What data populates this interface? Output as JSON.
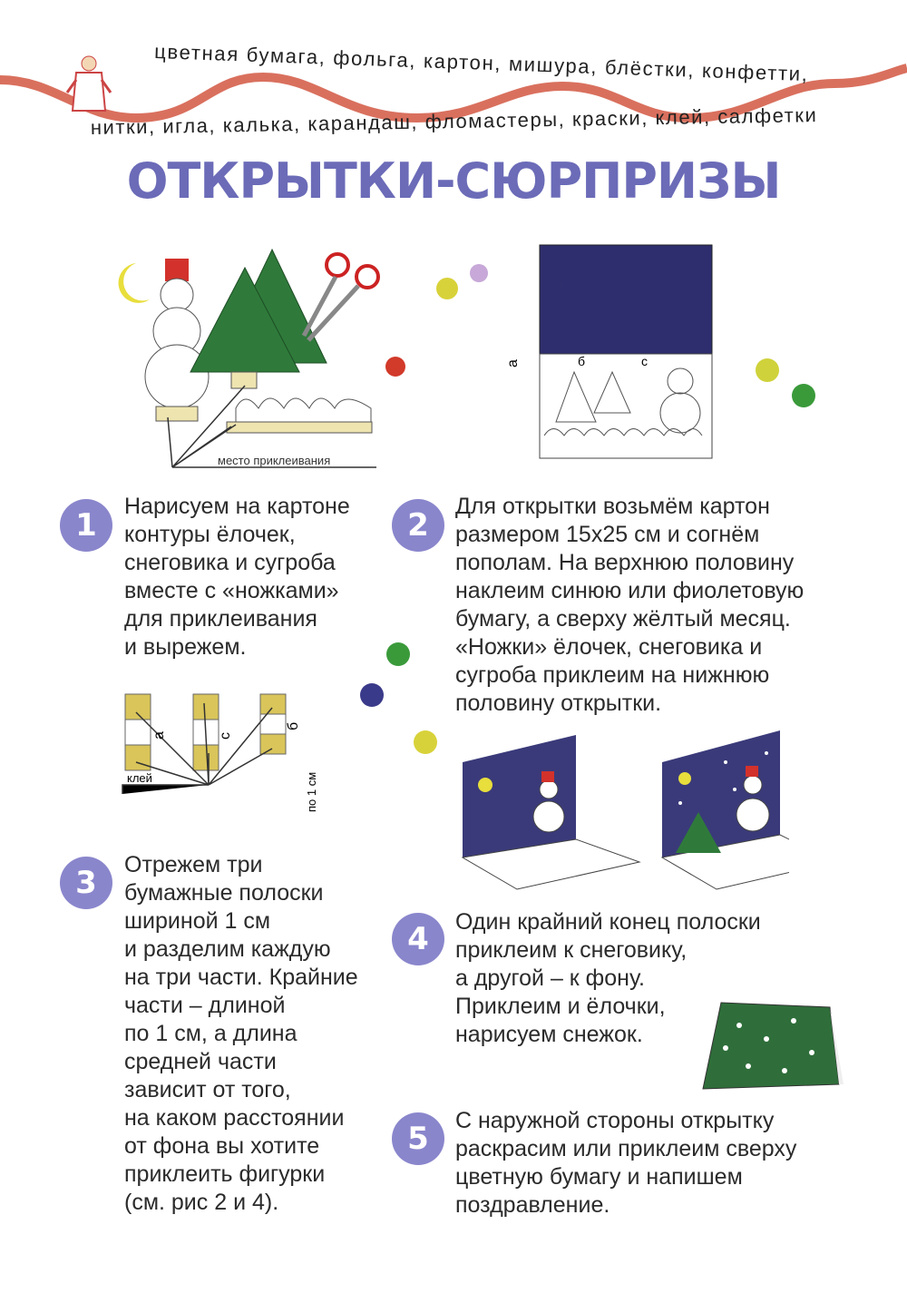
{
  "header": {
    "materials_line1": "цветная бумага, фольга, картон, мишура, блёстки, конфетти,",
    "materials_line2": "нитки, игла, калька, карандаш, фломастеры, краски, клей, салфетки",
    "wave_color": "#d9705e"
  },
  "title": "ОТКРЫТКИ-СЮРПРИЗЫ",
  "title_color": "#6b6bb8",
  "figures": {
    "glue_place_label": "место приклеивания",
    "dim_a": "а",
    "dim_b": "б",
    "dim_c": "с",
    "glue_label": "клей",
    "one_cm_label": "по 1 см"
  },
  "steps": [
    {
      "number": "1",
      "lines": [
        "Нарисуем на картоне",
        "контуры ёлочек,",
        "снеговика и сугроба",
        "вместе с «ножками»",
        "для приклеивания",
        "и вырежем."
      ]
    },
    {
      "number": "2",
      "lines": [
        "Для открытки возьмём картон",
        "размером 15х25 см и согнём",
        "пополам. На верхнюю половину",
        "наклеим синюю или фиолетовую",
        "бумагу, а сверху жёлтый месяц.",
        "«Ножки» ёлочек, снеговика и",
        "сугроба приклеим на нижнюю",
        "половину открытки."
      ]
    },
    {
      "number": "3",
      "lines": [
        "Отрежем три",
        "бумажные полоски",
        "шириной 1 см",
        "и разделим каждую",
        "на три части. Крайние",
        "части – длиной",
        "по 1 см, а длина",
        "средней части",
        "зависит от того,",
        "на каком расстоянии",
        "от фона вы хотите",
        "приклеить фигурки",
        "(см. рис 2 и 4)."
      ]
    },
    {
      "number": "4",
      "lines": [
        "Один крайний конец полоски",
        "приклеим к снеговику,",
        "а другой – к фону.",
        "Приклеим и ёлочки,",
        "нарисуем снежок."
      ]
    },
    {
      "number": "5",
      "lines": [
        "С наружной стороны открытку",
        "раскрасим или приклеим сверху",
        "цветную бумагу и напишем",
        "поздравление."
      ]
    }
  ],
  "colors": {
    "badge": "#8a86cc",
    "night_sky": "#2e2e6e",
    "tree_green": "#2f7a3a",
    "moon_yellow": "#e8de3c"
  }
}
